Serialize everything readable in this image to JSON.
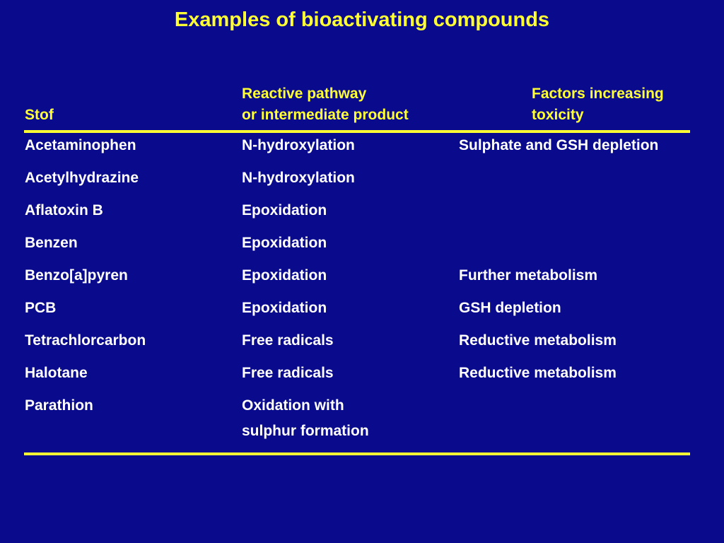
{
  "slide": {
    "title": "Examples of bioactivating compounds"
  },
  "table": {
    "headers": {
      "col1": [
        "Stof"
      ],
      "col2": [
        "Reactive pathway",
        "or intermediate product"
      ],
      "col3": [
        "Factors increasing",
        "toxicity"
      ]
    },
    "rows": [
      {
        "substance": "Acetaminophen",
        "pathway": [
          "N-hydroxylation"
        ],
        "factors": "Sulphate and GSH depletion"
      },
      {
        "substance": "Acetylhydrazine",
        "pathway": [
          "N-hydroxylation"
        ],
        "factors": ""
      },
      {
        "substance": "Aflatoxin B",
        "pathway": [
          "Epoxidation"
        ],
        "factors": ""
      },
      {
        "substance": "Benzen",
        "pathway": [
          "Epoxidation"
        ],
        "factors": ""
      },
      {
        "substance": "Benzo[a]pyren",
        "pathway": [
          "Epoxidation"
        ],
        "factors": "Further metabolism"
      },
      {
        "substance": "PCB",
        "pathway": [
          "Epoxidation"
        ],
        "factors": "GSH depletion"
      },
      {
        "substance": "Tetrachlorcarbon",
        "pathway": [
          "Free radicals"
        ],
        "factors": "Reductive metabolism"
      },
      {
        "substance": "Halotane",
        "pathway": [
          "Free radicals"
        ],
        "factors": "Reductive metabolism"
      },
      {
        "substance": "Parathion",
        "pathway": [
          "Oxidation with",
          "sulphur formation"
        ],
        "factors": ""
      }
    ]
  },
  "colors": {
    "background": "#0a0a8c",
    "accent": "#ffff33",
    "text": "#ffffff"
  }
}
